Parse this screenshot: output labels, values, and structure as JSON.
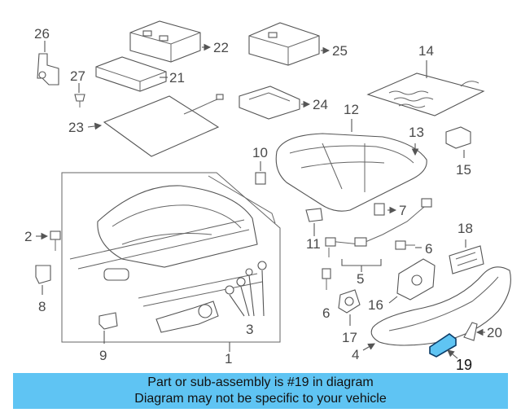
{
  "diagram": {
    "callouts": [
      "1",
      "2",
      "3",
      "4",
      "5",
      "6",
      "6",
      "7",
      "8",
      "9",
      "10",
      "11",
      "12",
      "13",
      "14",
      "15",
      "16",
      "17",
      "18",
      "19",
      "20",
      "21",
      "22",
      "23",
      "24",
      "25",
      "26",
      "27"
    ],
    "highlighted_part": "19",
    "highlight_color": "#5fc4f3"
  },
  "banner": {
    "line1": "Part or sub-assembly is #19 in diagram",
    "line2": "Diagram may not be specific to your vehicle",
    "color": "#5fc4f3"
  }
}
